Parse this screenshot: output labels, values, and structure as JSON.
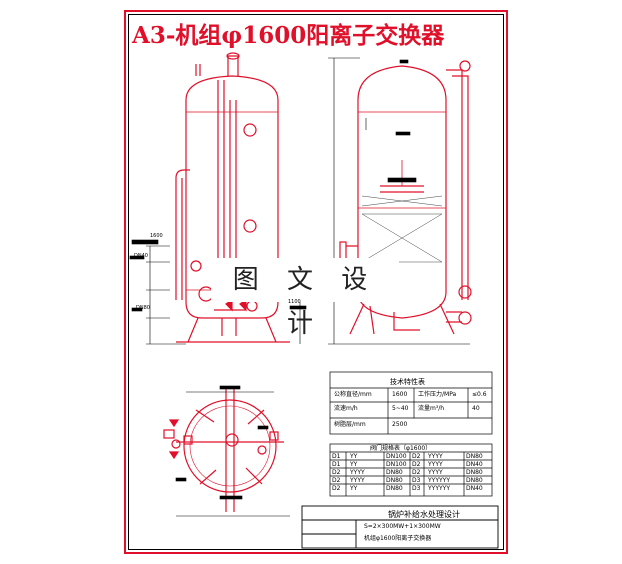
{
  "title": "A3-机组φ1600阳离子交换器",
  "watermark": "图 文 设 计",
  "colors": {
    "line": "#e0102a",
    "ink": "#000000",
    "accent": "#e0102a"
  },
  "spec_table": {
    "heading": "技术特性表",
    "rows": [
      [
        "公称直径/mm",
        "1600",
        "工作压力/MPa",
        "≤0.6"
      ],
      [
        "流速m/h",
        "5~40",
        "流量m³/h",
        "40"
      ],
      [
        "树脂层/mm",
        "2500",
        "",
        ""
      ]
    ]
  },
  "nozzle_table": {
    "heading": "阀门规格表（φ1600）",
    "rows": [
      [
        "D1",
        "YY",
        "DN100",
        "D2",
        "YYYY",
        "DN80"
      ],
      [
        "D1",
        "YY",
        "DN100",
        "D2",
        "YYYY",
        "DN40"
      ],
      [
        "D2",
        "YYYY",
        "DN80",
        "D2",
        "YYYY",
        "DN80"
      ],
      [
        "D2",
        "YYYY",
        "DN80",
        "D3",
        "YYYYYY",
        "DN80"
      ],
      [
        "D2",
        "YY",
        "DN80",
        "D3",
        "YYYYYY",
        "DN40"
      ]
    ]
  },
  "title_block": {
    "project": "锅炉补给水处理设计",
    "line1": "S=2×300MW+1×300MW",
    "line2": "机组φ1600阳离子交换器"
  },
  "dimension_labels": [
    "1600",
    "DN40",
    "DN80",
    "1100"
  ]
}
